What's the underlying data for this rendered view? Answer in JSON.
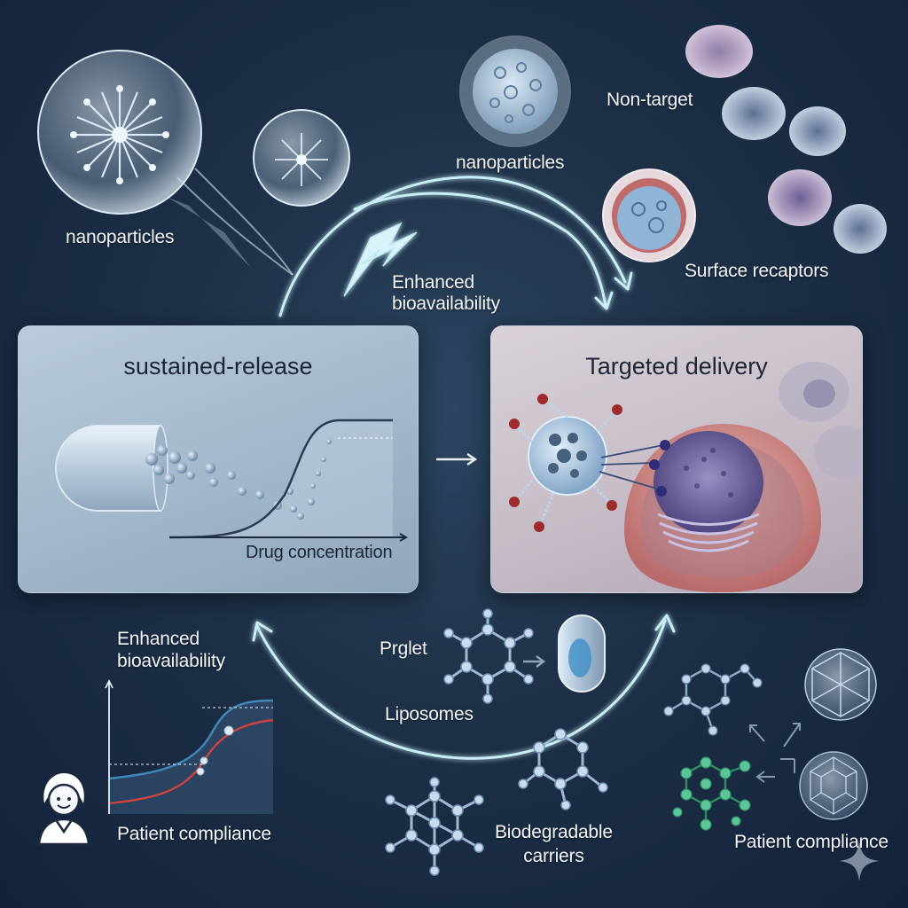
{
  "labels": {
    "nanoparticles_left": "nanoparticles",
    "nanoparticles_top": "nanoparticles",
    "non_target": "Non-target",
    "surface_receptors": "Surface recaptors",
    "enhanced_bioavailability_top": "Enhanced\nbioavailability",
    "enhanced_bioavailability_bottom": "Enhanced\nbioavailability",
    "prglet": "Prglet",
    "liposomes": "Liposomes",
    "biodegradable_carriers": "Biodegradable\ncarriers",
    "patient_compliance_left": "Patient compliance",
    "patient_compliance_right": "Patient compliance"
  },
  "panels": {
    "sustained": {
      "title": "sustained-release",
      "axis_label": "Drug concentration"
    },
    "targeted": {
      "title": "Targeted delivery"
    }
  },
  "colors": {
    "background": "#1d3047",
    "arrow_glow": "#bfe9f2",
    "release_curve": "#2a3a55",
    "bio_curve_blue": "#3f88b8",
    "bio_curve_red": "#d9433b",
    "cell_membrane": "#c97d7a",
    "nucleus": "#6d5f9a",
    "green_cluster": "#3fae7c"
  }
}
